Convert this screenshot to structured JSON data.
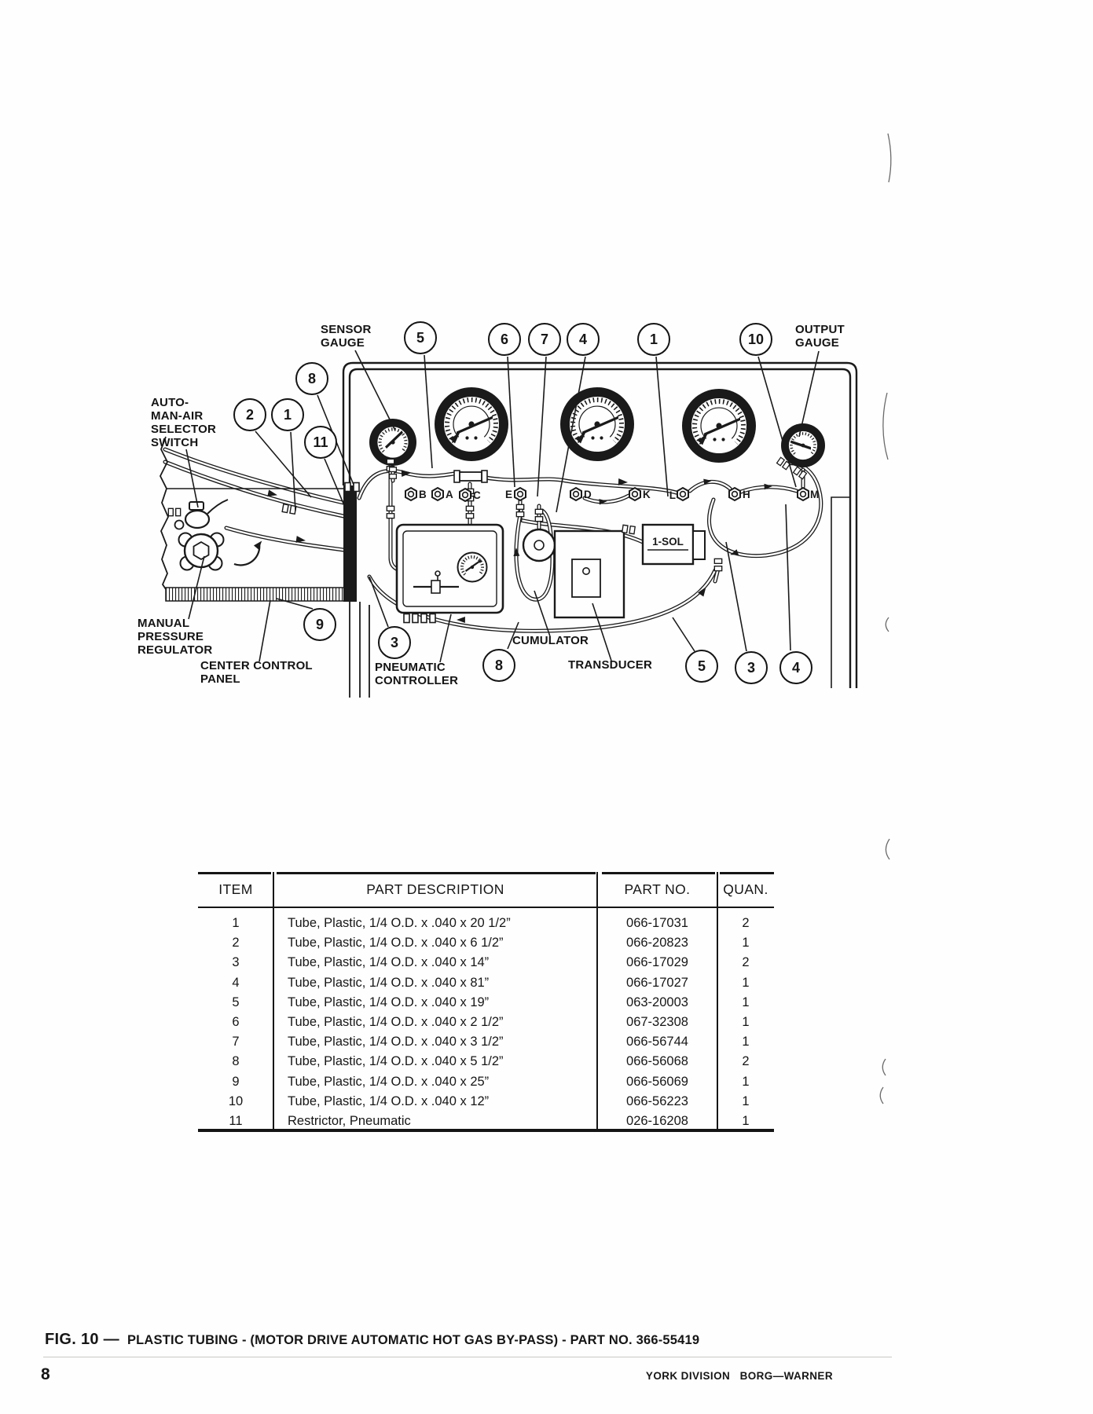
{
  "page": {
    "number": "8",
    "publisher": "YORK DIVISION   BORG—WARNER"
  },
  "figure": {
    "label": "FIG. 10 —",
    "caption": "PLASTIC TUBING - (MOTOR DRIVE AUTOMATIC HOT GAS BY-PASS) - PART NO. 366-55419"
  },
  "diagram": {
    "labels": {
      "sensor_gauge": "SENSOR\nGAUGE",
      "output_gauge": "OUTPUT\nGAUGE",
      "selector_switch": "AUTO-\nMAN-AIR\nSELECTOR\nSWITCH",
      "manual_regulator": "MANUAL\nPRESSURE\nREGULATOR",
      "center_panel": "CENTER CONTROL\nPANEL",
      "pneumatic_controller": "PNEUMATIC\nCONTROLLER",
      "cumulator": "CUMULATOR",
      "transducer": "TRANSDUCER",
      "solenoid": "1-SOL"
    },
    "callouts": [
      "5",
      "6",
      "7",
      "4",
      "1",
      "10",
      "8",
      "2",
      "1",
      "11",
      "9",
      "3",
      "8",
      "5",
      "3",
      "4"
    ],
    "ports": [
      "B",
      "A",
      "C",
      "E",
      "D",
      "K",
      "L",
      "H",
      "M"
    ]
  },
  "table": {
    "headers": {
      "item": "ITEM",
      "desc": "PART DESCRIPTION",
      "part": "PART NO.",
      "quan": "QUAN."
    },
    "rows": [
      {
        "item": "1",
        "desc": "Tube, Plastic, 1/4 O.D. x .040 x 20 1/2”",
        "part": "066-17031",
        "quan": "2"
      },
      {
        "item": "2",
        "desc": "Tube, Plastic, 1/4 O.D. x .040 x 6 1/2”",
        "part": "066-20823",
        "quan": "1"
      },
      {
        "item": "3",
        "desc": "Tube, Plastic, 1/4 O.D. x .040 x 14”",
        "part": "066-17029",
        "quan": "2"
      },
      {
        "item": "4",
        "desc": "Tube, Plastic, 1/4 O.D. x .040 x 81”",
        "part": "066-17027",
        "quan": "1"
      },
      {
        "item": "5",
        "desc": "Tube, Plastic, 1/4 O.D. x .040 x 19”",
        "part": "063-20003",
        "quan": "1"
      },
      {
        "item": "6",
        "desc": "Tube, Plastic, 1/4 O.D. x .040 x 2 1/2”",
        "part": "067-32308",
        "quan": "1"
      },
      {
        "item": "7",
        "desc": "Tube, Plastic, 1/4 O.D. x .040 x 3 1/2”",
        "part": "066-56744",
        "quan": "1"
      },
      {
        "item": "8",
        "desc": "Tube, Plastic, 1/4 O.D. x .040 x 5 1/2”",
        "part": "066-56068",
        "quan": "2"
      },
      {
        "item": "9",
        "desc": "Tube, Plastic, 1/4 O.D. x .040 x 25”",
        "part": "066-56069",
        "quan": "1"
      },
      {
        "item": "10",
        "desc": "Tube, Plastic, 1/4 O.D. x .040 x 12”",
        "part": "066-56223",
        "quan": "1"
      },
      {
        "item": "11",
        "desc": "Restrictor, Pneumatic",
        "part": "026-16208",
        "quan": "1"
      }
    ]
  }
}
